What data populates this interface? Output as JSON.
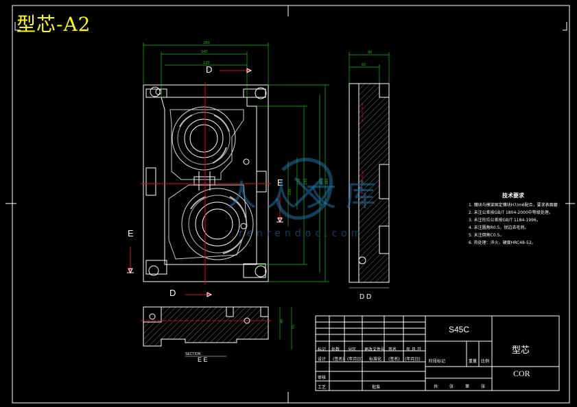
{
  "sheet": {
    "title": "型芯-A2"
  },
  "views": {
    "section_d_top": "D",
    "section_d_bottom": "D",
    "section_e_left": "E",
    "section_e_right": "E",
    "side_view_label": "D D",
    "bottom_view_label": "E E",
    "bottom_view_caption": "SECTION"
  },
  "dimensions": {
    "top_overall": "280",
    "top_inner": "240",
    "top_half": "120",
    "right_1": "190",
    "right_2": "170",
    "right_3": "100",
    "right_4": "380",
    "right_5": "360",
    "side_top": "90",
    "side_inner": "60",
    "bottom_h1": "40",
    "bottom_h2": "55"
  },
  "technical_requirements": {
    "heading": "技术要求",
    "items": [
      "1. 镶块与模架固定镶块H7/m6配合，要求表面磨光处理。",
      "2. 未注公差按GB/T 1804-2000中等级处理。",
      "3. 未注形位公差按GB/T 1184-1996。",
      "4. 未注圆角R0.5，锐边去毛刺。",
      "5. 未注倒角C0.5。",
      "6. 热处理：淬火，硬度HRC48-52。"
    ]
  },
  "title_block": {
    "material": "S45C",
    "part_name": "型芯",
    "part_code": "COR",
    "rev_headers": [
      "标记",
      "处数",
      "分区",
      "更改文件号",
      "签名",
      "年.月.日"
    ],
    "rev_subheaders": [
      "(签名)",
      "(年月日)",
      "标准化",
      "(签名)",
      "(年月日)"
    ],
    "roles": [
      "设计",
      "审核",
      "工艺"
    ],
    "approve": "批准",
    "stage_headers": [
      "阶段标记",
      "重量",
      "比例"
    ],
    "sheet_info": [
      "共",
      "张",
      "第",
      "张"
    ]
  },
  "watermark": {
    "text": "人人文库",
    "url": "renrendoc.com"
  }
}
